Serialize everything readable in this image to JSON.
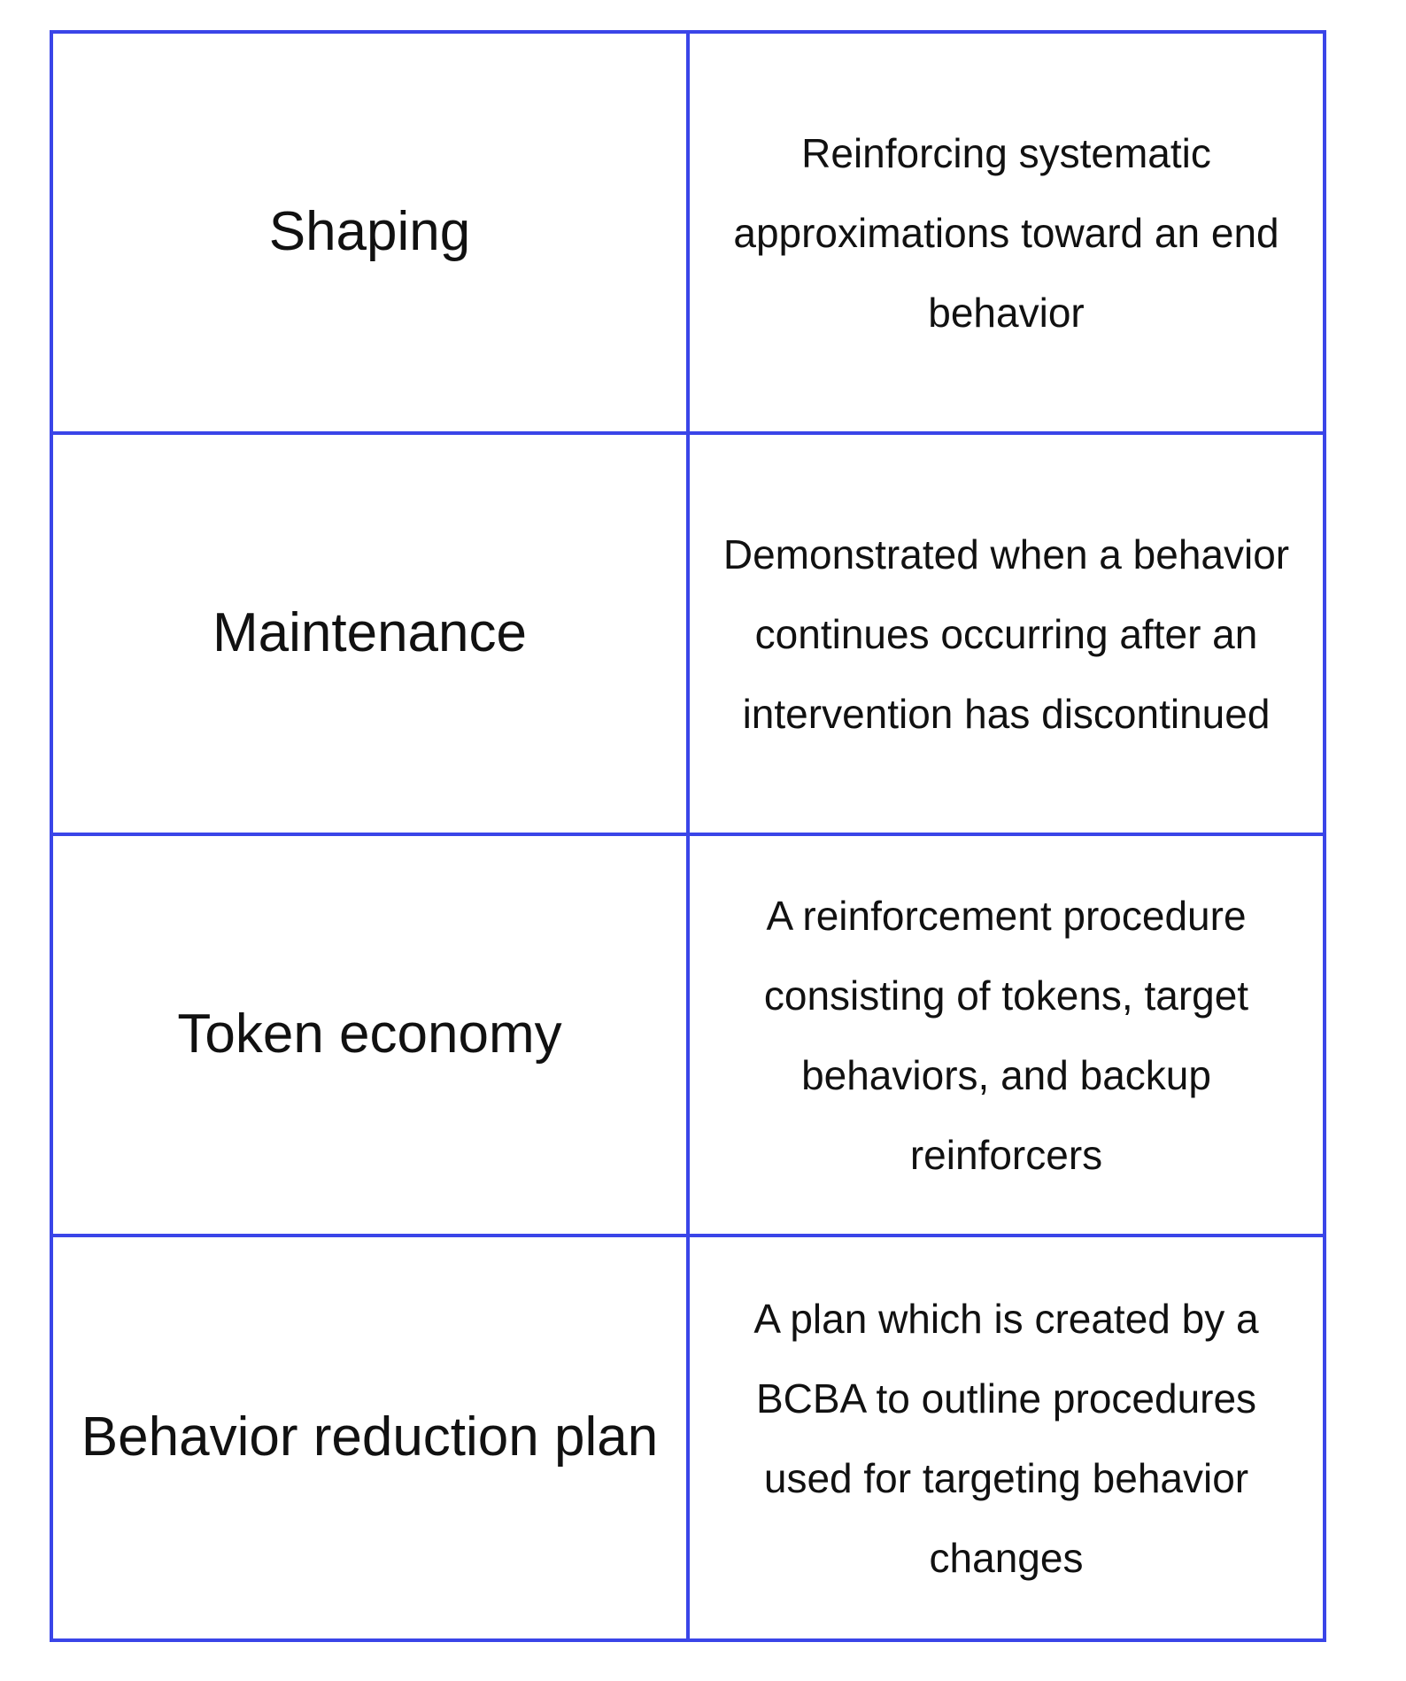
{
  "colors": {
    "border": "#3a45e8",
    "text": "#111111",
    "background": "#ffffff"
  },
  "rows": [
    {
      "term": "Shaping",
      "definition": "Reinforcing systematic approximations toward an end behavior"
    },
    {
      "term": "Maintenance",
      "definition": "Demonstrated when a behavior continues occurring after an intervention has discontinued"
    },
    {
      "term": "Token economy",
      "definition": "A reinforcement procedure consisting of tokens, target behaviors, and backup reinforcers"
    },
    {
      "term": "Behavior reduction plan",
      "definition": "A plan which is created by a BCBA to outline procedures used for targeting behavior changes"
    }
  ]
}
